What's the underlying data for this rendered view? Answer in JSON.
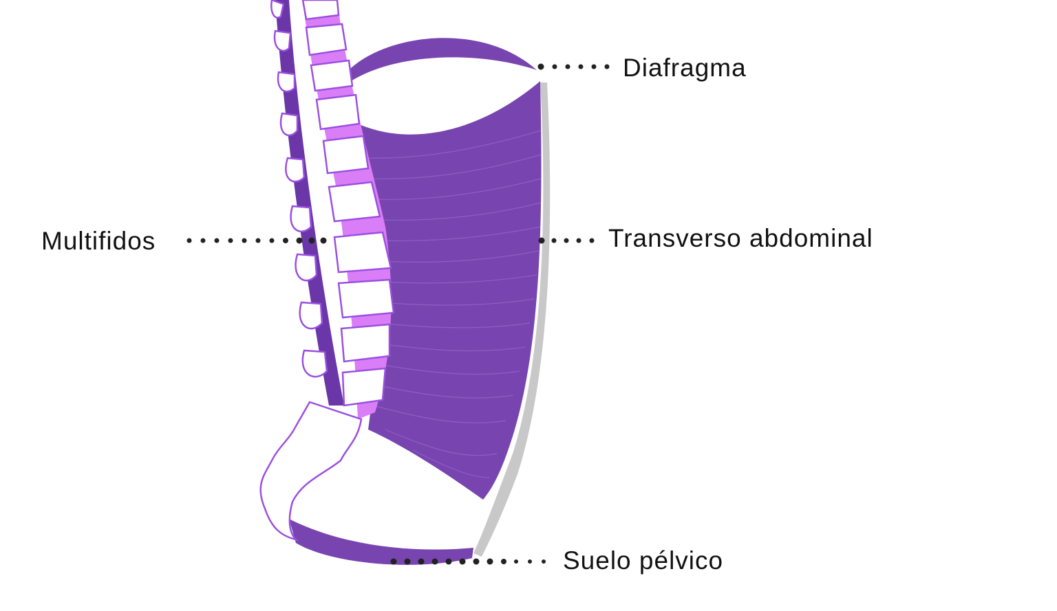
{
  "diagram": {
    "type": "anatomical-illustration",
    "subject": "core muscles (lumbar spine, side view)",
    "labels": [
      {
        "id": "diafragma",
        "text": "Diafragma"
      },
      {
        "id": "multifidos",
        "text": "Multifidos"
      },
      {
        "id": "transverso",
        "text": "Transverso abdominal"
      },
      {
        "id": "suelo",
        "text": "Suelo pélvico"
      }
    ],
    "colors": {
      "muscle": "#7845b0",
      "muscle_fiber": "#9467c8",
      "disc": "#d97ef7",
      "bone_outline": "#9b4fe0",
      "bone_fill": "#ffffff",
      "posterior_band": "#6a36a8",
      "fascia": "#c8c8c8",
      "leader_dots": "#222222",
      "text": "#111111"
    }
  }
}
